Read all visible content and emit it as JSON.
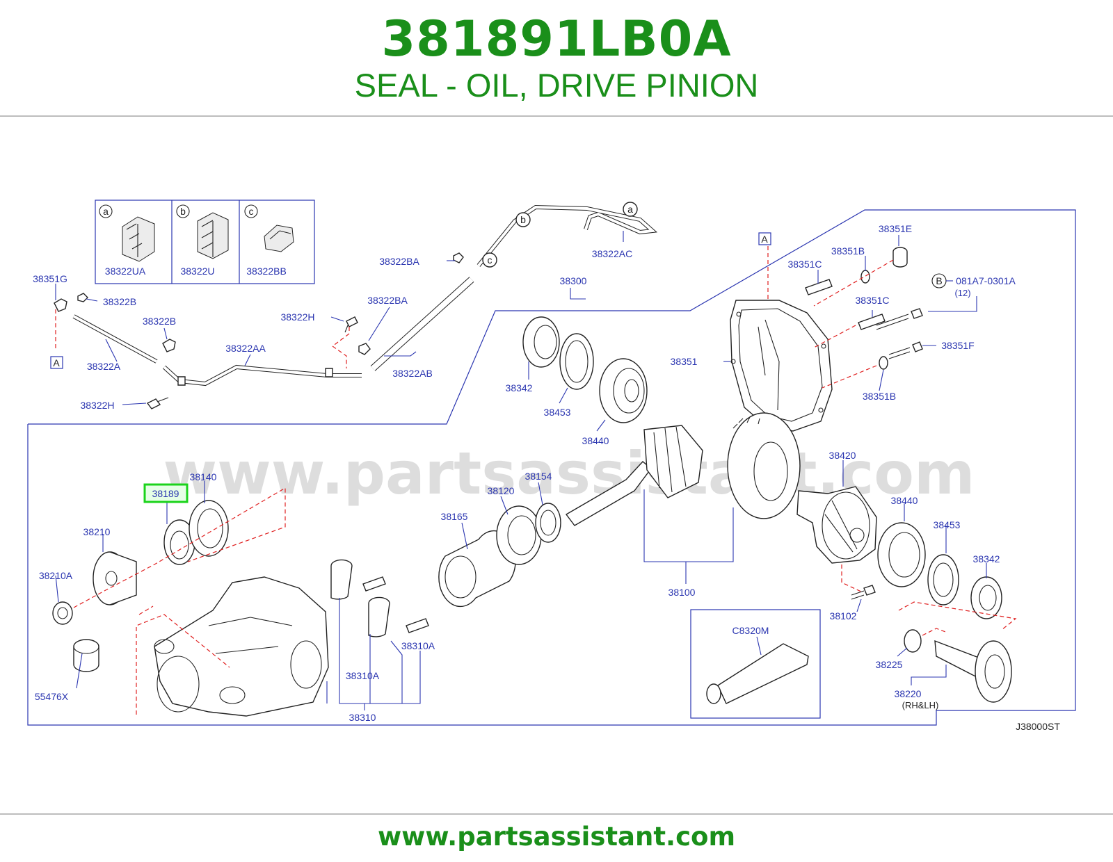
{
  "header": {
    "part_number": "381891LB0A",
    "part_name": "SEAL - OIL, DRIVE PINION"
  },
  "footer": {
    "url": "www.partsassistant.com"
  },
  "diagram": {
    "watermark": "www.partsassistant.com",
    "code": "J38000ST",
    "highlight": {
      "label": "38189",
      "color": "#1bd31b"
    },
    "colors": {
      "brand_green": "#1a8f1a",
      "label_blue": "#2a35b0",
      "guide_red": "#e02020"
    },
    "labels": {
      "l38322ua": "38322UA",
      "l38322u": "38322U",
      "l38322bb": "38322BB",
      "l38351g": "38351G",
      "l38322b_1": "38322B",
      "l38322b_2": "38322B",
      "l38322h_1": "38322H",
      "l38322h_2": "38322H",
      "l38322a": "38322A",
      "l38322aa": "38322AA",
      "l38322ba_1": "38322BA",
      "l38322ba_2": "38322BA",
      "l38322ab": "38322AB",
      "l38322ac": "38322AC",
      "l38300": "38300",
      "l38342_1": "38342",
      "l38453_1": "38453",
      "l38440_1": "38440",
      "l38351": "38351",
      "l38351e": "38351E",
      "l38351b_1": "38351B",
      "l38351c_1": "38351C",
      "l38351c_2": "38351C",
      "l081a7": "081A7-0301A",
      "l081a7_qty": "(12)",
      "l38351f": "38351F",
      "l38351b_2": "38351B",
      "l38140": "38140",
      "l38210": "38210",
      "l38210a": "38210A",
      "l55476x": "55476X",
      "l38165": "38165",
      "l38120": "38120",
      "l38154": "38154",
      "l38100": "38100",
      "l38420": "38420",
      "l38440_2": "38440",
      "l38453_2": "38453",
      "l38342_2": "38342",
      "l38102": "38102",
      "l38225": "38225",
      "l38220": "38220",
      "l38220_side": "(RH&LH)",
      "l38310a_1": "38310A",
      "l38310a_2": "38310A",
      "l38310": "38310",
      "lc8320m": "C8320M"
    },
    "callouts": {
      "ref_a": "A",
      "ref_b": "B",
      "circ_a": "a",
      "circ_b": "b",
      "circ_c": "c"
    }
  }
}
